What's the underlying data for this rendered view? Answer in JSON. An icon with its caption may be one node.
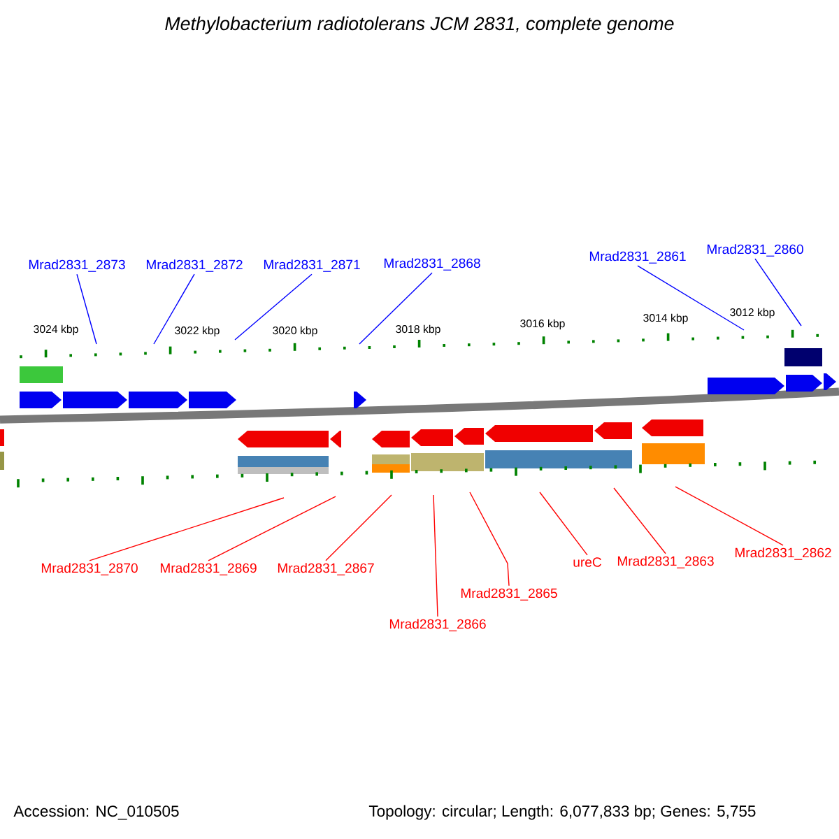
{
  "diagram": {
    "title": "Methylobacterium radiotolerans JCM 2831, complete genome",
    "nodes": [
      {
        "text": [
          "Mrad2831_2873"
        ]
      },
      {
        "text": [
          "Mrad2831_2872"
        ]
      },
      {
        "text": [
          "Mrad2831_2871"
        ]
      },
      {
        "text": [
          "Mrad2831_2868"
        ]
      },
      {
        "text": [
          "Mrad2831_2861"
        ]
      },
      {
        "text": [
          "Mrad2831_2860"
        ]
      },
      {
        "text": [
          "Mrad2831_2870"
        ]
      },
      {
        "text": [
          "Mrad2831_2869"
        ]
      },
      {
        "text": [
          "Mrad2831_2867"
        ]
      },
      {
        "text": [
          "Mrad2831_2866"
        ]
      },
      {
        "text": [
          "Mrad2831_2865"
        ]
      },
      {
        "text": [
          "ureC"
        ]
      },
      {
        "text": [
          "Mrad2831_2863"
        ]
      },
      {
        "text": [
          "Mrad2831_2862"
        ]
      }
    ],
    "edges": [
      {
        "from": 0,
        "to": null,
        "arrow": "none",
        "color": "#0000ff"
      },
      {
        "from": 1,
        "to": null,
        "arrow": "none",
        "color": "#0000ff"
      },
      {
        "from": 2,
        "to": null,
        "arrow": "none",
        "color": "#0000ff"
      },
      {
        "from": 3,
        "to": null,
        "arrow": "none",
        "color": "#0000ff"
      },
      {
        "from": 4,
        "to": null,
        "arrow": "none",
        "color": "#0000ff"
      },
      {
        "from": 5,
        "to": null,
        "arrow": "none",
        "color": "#0000ff"
      },
      {
        "from": 6,
        "to": null,
        "arrow": "none",
        "color": "#ff0000"
      },
      {
        "from": 7,
        "to": null,
        "arrow": "none",
        "color": "#ff0000"
      },
      {
        "from": 8,
        "to": null,
        "arrow": "none",
        "color": "#ff0000"
      },
      {
        "from": 9,
        "to": null,
        "arrow": "none",
        "color": "#ff0000"
      },
      {
        "from": 10,
        "to": null,
        "arrow": "none",
        "color": "#ff0000"
      },
      {
        "from": 11,
        "to": null,
        "arrow": "none",
        "color": "#ff0000"
      },
      {
        "from": 12,
        "to": null,
        "arrow": "none",
        "color": "#ff0000"
      },
      {
        "from": 13,
        "to": null,
        "arrow": "none",
        "color": "#ff0000"
      }
    ],
    "labels": [
      "3024 kbp",
      "3022 kbp",
      "3020 kbp",
      "3018 kbp",
      "3016 kbp",
      "3014 kbp",
      "3012 kbp",
      "Accession: NC_010505",
      "Topology: circular; Length: 6,077,833 bp; Genes: 5,755"
    ]
  }
}
